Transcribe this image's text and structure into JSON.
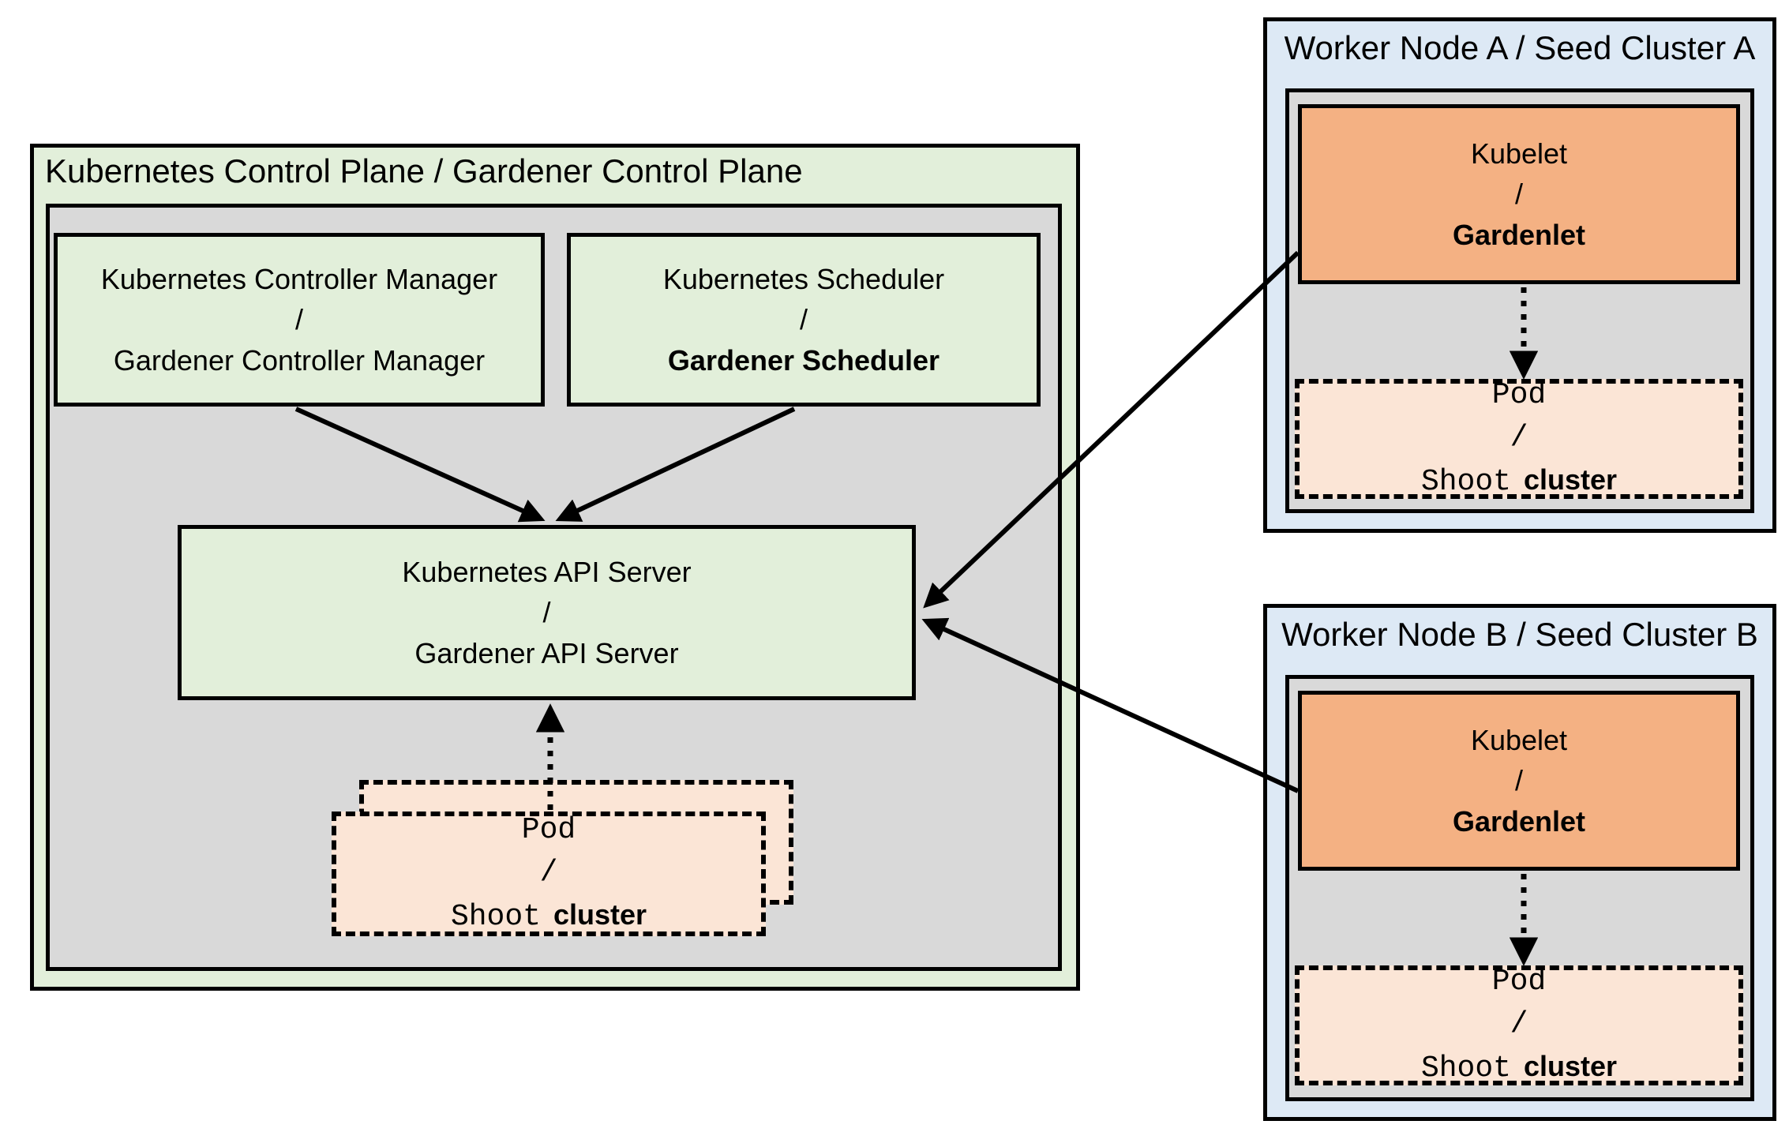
{
  "colors": {
    "green": "#e2efda",
    "panel_gray": "#d9d9d9",
    "blue": "#dde9f5",
    "orange": "#f4b183",
    "peach": "#fbe5d6",
    "stroke": "#000000"
  },
  "control_plane": {
    "title": "Kubernetes Control Plane / Gardener Control Plane",
    "controller_manager": {
      "top": "Kubernetes Controller Manager",
      "sep": "/",
      "bottom": "Gardener Controller Manager"
    },
    "scheduler": {
      "top": "Kubernetes Scheduler",
      "sep": "/",
      "bottom": "Gardener Scheduler"
    },
    "api_server": {
      "top": "Kubernetes API Server",
      "sep": "/",
      "bottom": "Gardener API Server"
    },
    "pod": {
      "top": "Pod",
      "sep": "/",
      "bottom_mono": "Shoot",
      "bottom_sans": "cluster"
    }
  },
  "worker_a": {
    "title": "Worker Node A / Seed Cluster A",
    "kubelet": {
      "top": "Kubelet",
      "sep": "/",
      "bottom": "Gardenlet"
    },
    "pod": {
      "top": "Pod",
      "sep": "/",
      "bottom_mono": "Shoot",
      "bottom_sans": "cluster"
    }
  },
  "worker_b": {
    "title": "Worker Node B / Seed Cluster B",
    "kubelet": {
      "top": "Kubelet",
      "sep": "/",
      "bottom": "Gardenlet"
    },
    "pod": {
      "top": "Pod",
      "sep": "/",
      "bottom_mono": "Shoot",
      "bottom_sans": "cluster"
    }
  }
}
